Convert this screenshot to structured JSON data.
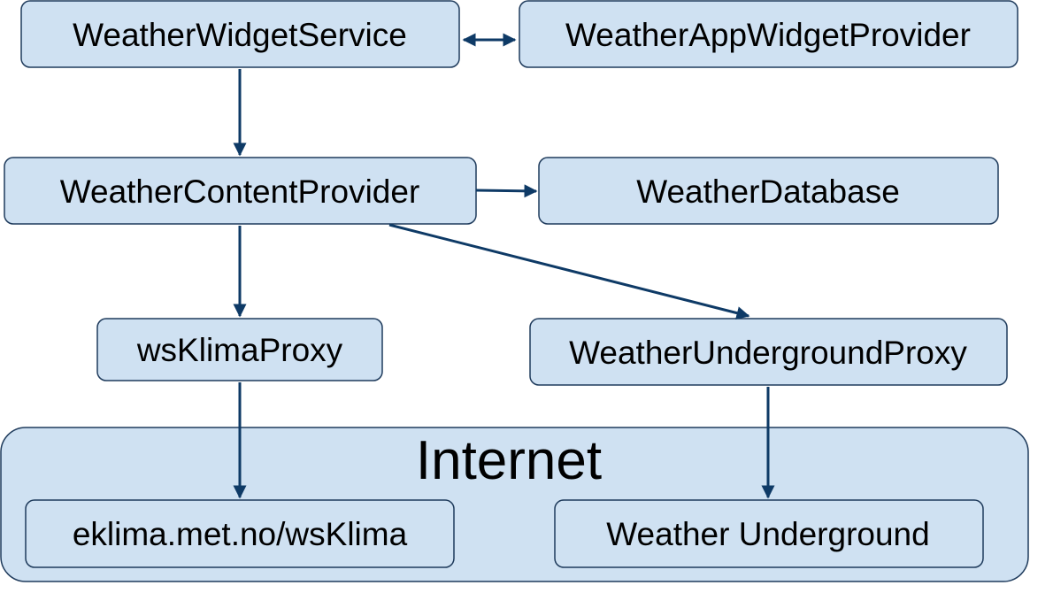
{
  "group": {
    "label": "Internet"
  },
  "nodes": {
    "weather_widget_service": "WeatherWidgetService",
    "weather_app_widget_provider": "WeatherAppWidgetProvider",
    "weather_content_provider": "WeatherContentProvider",
    "weather_database": "WeatherDatabase",
    "ws_klima_proxy": "wsKlimaProxy",
    "weather_underground_proxy": "WeatherUndergroundProxy",
    "eklima": "eklima.met.no/wsKlima",
    "weather_underground": "Weather Underground"
  },
  "colors": {
    "box_fill": "#cfe1f2",
    "box_stroke": "#1f3b5c",
    "arrow": "#0e3a66"
  },
  "edges": [
    {
      "from": "WeatherWidgetService",
      "to": "WeatherAppWidgetProvider",
      "direction": "both"
    },
    {
      "from": "WeatherWidgetService",
      "to": "WeatherContentProvider",
      "direction": "forward"
    },
    {
      "from": "WeatherContentProvider",
      "to": "WeatherDatabase",
      "direction": "forward"
    },
    {
      "from": "WeatherContentProvider",
      "to": "wsKlimaProxy",
      "direction": "forward"
    },
    {
      "from": "WeatherContentProvider",
      "to": "WeatherUndergroundProxy",
      "direction": "forward"
    },
    {
      "from": "wsKlimaProxy",
      "to": "eklima.met.no/wsKlima",
      "direction": "forward"
    },
    {
      "from": "WeatherUndergroundProxy",
      "to": "Weather Underground",
      "direction": "forward"
    }
  ]
}
